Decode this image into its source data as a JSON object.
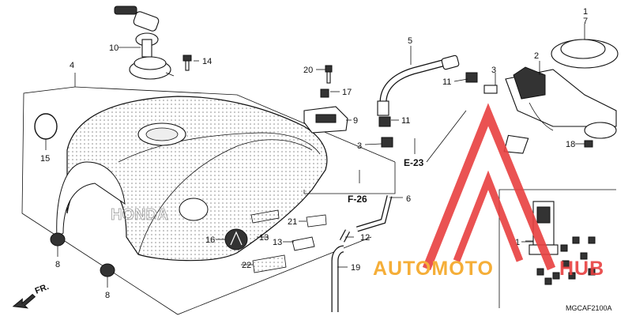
{
  "parts": {
    "p1": "1",
    "p2": "2",
    "p3a": "3",
    "p3b": "3",
    "p4": "4",
    "p5": "5",
    "p6": "6",
    "p7": "7",
    "p8a": "8",
    "p8b": "8",
    "p9": "9",
    "p10": "10",
    "p11a": "11",
    "p11b": "11",
    "p12": "12",
    "p13a": "13",
    "p13b": "13",
    "p14": "14",
    "p15": "15",
    "p16": "16",
    "p17": "17",
    "p18": "18",
    "p19": "19",
    "p20": "20",
    "p21": "21",
    "p22": "22",
    "inset_p1": "1"
  },
  "references": {
    "e23": "E-23",
    "f26": "F-26",
    "front": "FR."
  },
  "tank_brand_text": "HONDA",
  "diagram_code": "MGCAF2100A",
  "watermark": {
    "part1": "AUTOMOTO",
    "part2": "HUB",
    "color_orange": "#f5a623",
    "color_red": "#e84040"
  }
}
